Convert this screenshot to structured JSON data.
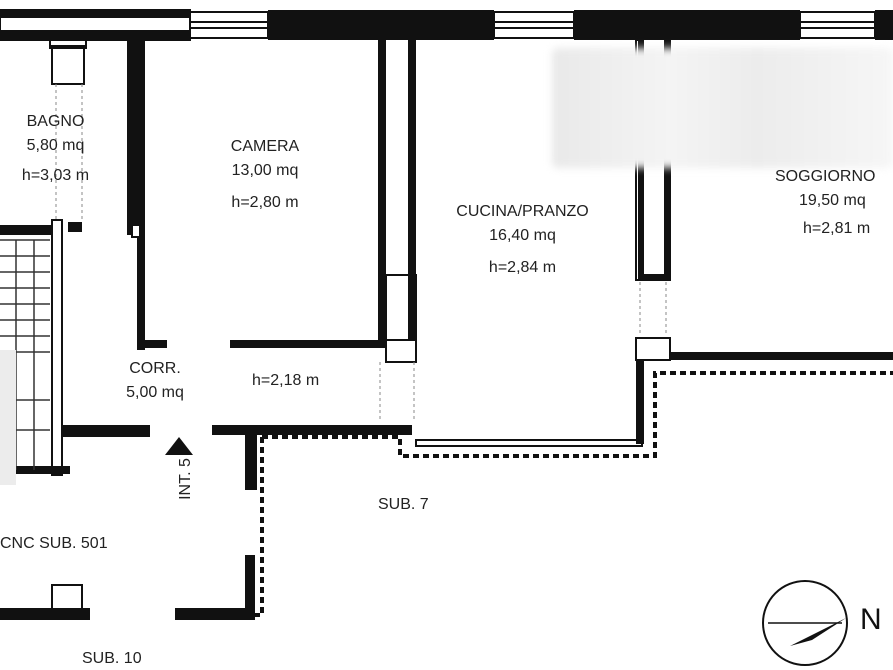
{
  "rooms": {
    "bagno": {
      "name": "BAGNO",
      "area": "5,80 mq",
      "height": "h=3,03 m"
    },
    "camera": {
      "name": "CAMERA",
      "area": "13,00 mq",
      "height": "h=2,80 m"
    },
    "cucina": {
      "name": "CUCINA/PRANZO",
      "area": "16,40 mq",
      "height": "h=2,84 m"
    },
    "soggiorno": {
      "name": "SOGGIORNO",
      "area": "19,50 mq",
      "height": "h=2,81 m"
    },
    "corr": {
      "name": "CORR.",
      "area": "5,00 mq",
      "height": "h=2,18 m"
    }
  },
  "labels": {
    "int": "INT. 5",
    "sub7": "SUB. 7",
    "cnc": "CNC SUB. 501",
    "sub10": "SUB. 10",
    "north": "N"
  },
  "colors": {
    "wall": "#111111",
    "outline": "#111111",
    "height_accent": "#7a2a2a"
  }
}
